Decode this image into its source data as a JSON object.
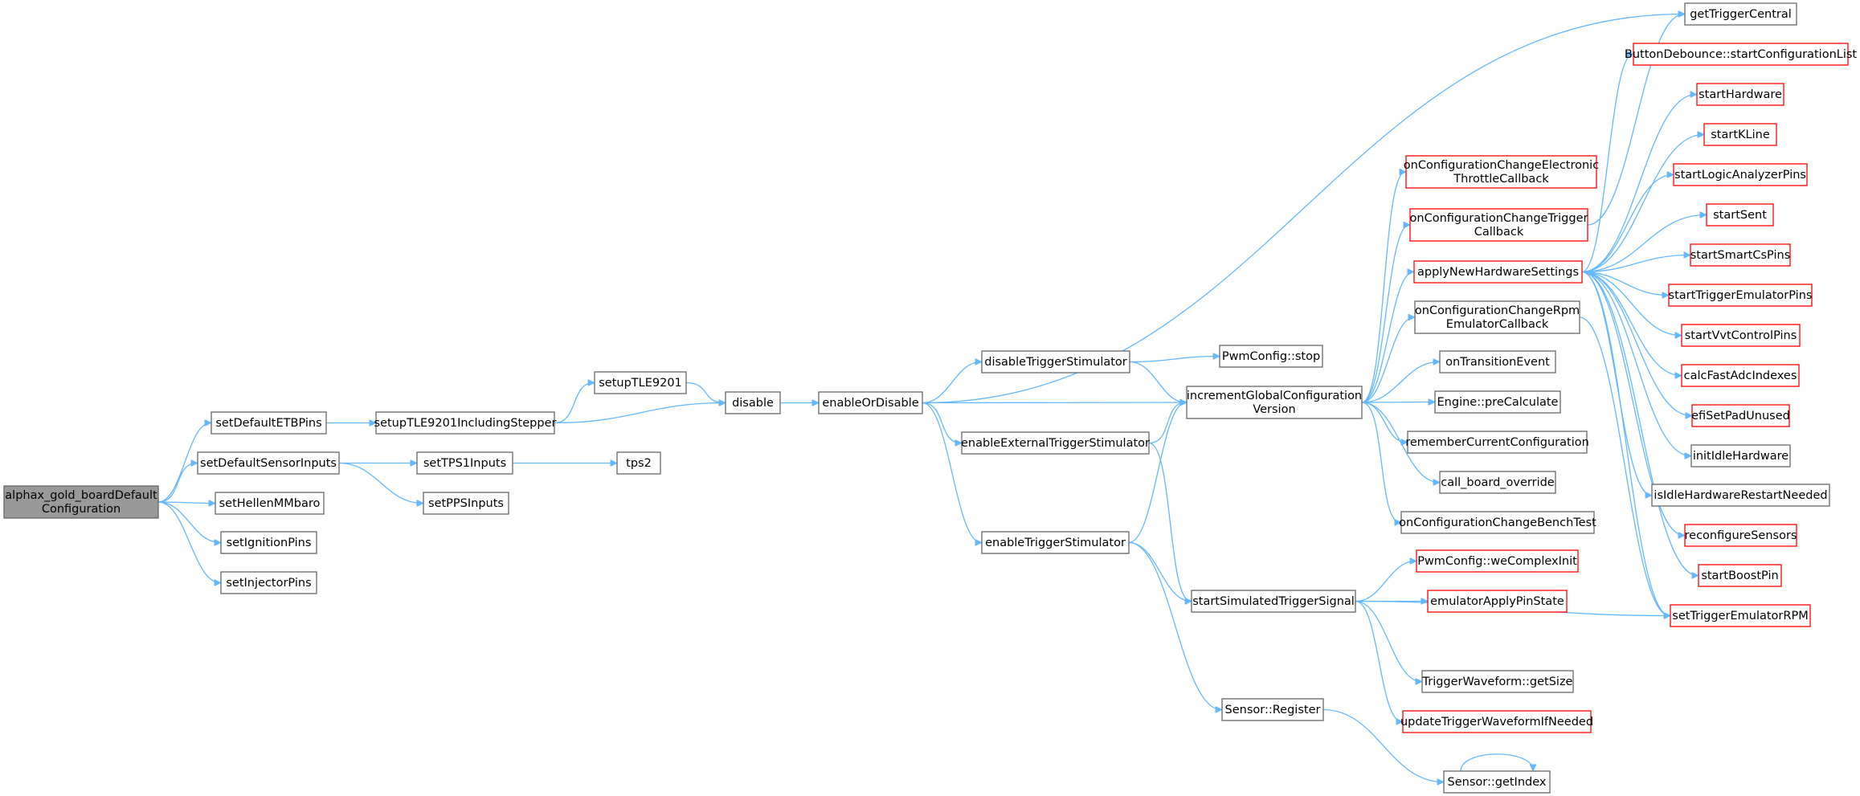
{
  "nodes": [
    {
      "id": "root",
      "lines": [
        "alphax_gold_boardDefault",
        "Configuration"
      ],
      "style": "root"
    },
    {
      "id": "setDefaultETBPins",
      "lines": [
        "setDefaultETBPins"
      ]
    },
    {
      "id": "setDefaultSensorInputs",
      "lines": [
        "setDefaultSensorInputs"
      ]
    },
    {
      "id": "setHellenMMbaro",
      "lines": [
        "setHellenMMbaro"
      ]
    },
    {
      "id": "setIgnitionPins",
      "lines": [
        "setIgnitionPins"
      ]
    },
    {
      "id": "setInjectorPins",
      "lines": [
        "setInjectorPins"
      ]
    },
    {
      "id": "setupTLE9201IncludingStepper",
      "lines": [
        "setupTLE9201IncludingStepper"
      ]
    },
    {
      "id": "setTPS1Inputs",
      "lines": [
        "setTPS1Inputs"
      ]
    },
    {
      "id": "setPPSInputs",
      "lines": [
        "setPPSInputs"
      ]
    },
    {
      "id": "setupTLE9201",
      "lines": [
        "setupTLE9201"
      ]
    },
    {
      "id": "tps2",
      "lines": [
        "tps2"
      ]
    },
    {
      "id": "disable",
      "lines": [
        "disable"
      ]
    },
    {
      "id": "enableOrDisable",
      "lines": [
        "enableOrDisable"
      ]
    },
    {
      "id": "disableTriggerStimulator",
      "lines": [
        "disableTriggerStimulator"
      ]
    },
    {
      "id": "enableExternalTriggerStimulator",
      "lines": [
        "enableExternalTriggerStimulator"
      ]
    },
    {
      "id": "enableTriggerStimulator",
      "lines": [
        "enableTriggerStimulator"
      ]
    },
    {
      "id": "pwmStop",
      "lines": [
        "PwmConfig::stop"
      ]
    },
    {
      "id": "incrementGlobalConfigurationVersion",
      "lines": [
        "incrementGlobalConfiguration",
        "Version"
      ]
    },
    {
      "id": "startSimulatedTriggerSignal",
      "lines": [
        "startSimulatedTriggerSignal"
      ]
    },
    {
      "id": "sensorRegister",
      "lines": [
        "Sensor::Register"
      ]
    },
    {
      "id": "sensorGetIndex",
      "lines": [
        "Sensor::getIndex"
      ]
    },
    {
      "id": "onCfgETC",
      "lines": [
        "onConfigurationChangeElectronic",
        "ThrottleCallback"
      ],
      "style": "red"
    },
    {
      "id": "onCfgTrigger",
      "lines": [
        "onConfigurationChangeTrigger",
        "Callback"
      ],
      "style": "red"
    },
    {
      "id": "applyNewHardwareSettings",
      "lines": [
        "applyNewHardwareSettings"
      ],
      "style": "red"
    },
    {
      "id": "onCfgRpmEmu",
      "lines": [
        "onConfigurationChangeRpm",
        "EmulatorCallback"
      ]
    },
    {
      "id": "onTransitionEvent",
      "lines": [
        "onTransitionEvent"
      ]
    },
    {
      "id": "enginePreCalculate",
      "lines": [
        "Engine::preCalculate"
      ]
    },
    {
      "id": "rememberCurrentConfiguration",
      "lines": [
        "rememberCurrentConfiguration"
      ]
    },
    {
      "id": "callBoardOverride",
      "lines": [
        "call_board_override"
      ]
    },
    {
      "id": "onCfgBenchTest",
      "lines": [
        "onConfigurationChangeBenchTest"
      ]
    },
    {
      "id": "pwmWeComplexInit",
      "lines": [
        "PwmConfig::weComplexInit"
      ],
      "style": "red"
    },
    {
      "id": "emulatorApplyPinState",
      "lines": [
        "emulatorApplyPinState"
      ],
      "style": "red"
    },
    {
      "id": "triggerWaveformGetSize",
      "lines": [
        "TriggerWaveform::getSize"
      ]
    },
    {
      "id": "updateTriggerWaveformIfNeeded",
      "lines": [
        "updateTriggerWaveformIfNeeded"
      ],
      "style": "red"
    },
    {
      "id": "getTriggerCentral",
      "lines": [
        "getTriggerCentral"
      ]
    },
    {
      "id": "buttonDebounce",
      "lines": [
        "ButtonDebounce::startConfigurationList"
      ],
      "style": "red"
    },
    {
      "id": "startHardware",
      "lines": [
        "startHardware"
      ],
      "style": "red"
    },
    {
      "id": "startKLine",
      "lines": [
        "startKLine"
      ],
      "style": "red"
    },
    {
      "id": "startLogicAnalyzerPins",
      "lines": [
        "startLogicAnalyzerPins"
      ],
      "style": "red"
    },
    {
      "id": "startSent",
      "lines": [
        "startSent"
      ],
      "style": "red"
    },
    {
      "id": "startSmartCsPins",
      "lines": [
        "startSmartCsPins"
      ],
      "style": "red"
    },
    {
      "id": "startTriggerEmulatorPins",
      "lines": [
        "startTriggerEmulatorPins"
      ],
      "style": "red"
    },
    {
      "id": "startVvtControlPins",
      "lines": [
        "startVvtControlPins"
      ],
      "style": "red"
    },
    {
      "id": "calcFastAdcIndexes",
      "lines": [
        "calcFastAdcIndexes"
      ],
      "style": "red"
    },
    {
      "id": "efiSetPadUnused",
      "lines": [
        "efiSetPadUnused"
      ],
      "style": "red"
    },
    {
      "id": "initIdleHardware",
      "lines": [
        "initIdleHardware"
      ]
    },
    {
      "id": "isIdleHardwareRestartNeeded",
      "lines": [
        "isIdleHardwareRestartNeeded"
      ]
    },
    {
      "id": "reconfigureSensors",
      "lines": [
        "reconfigureSensors"
      ],
      "style": "red"
    },
    {
      "id": "startBoostPin",
      "lines": [
        "startBoostPin"
      ],
      "style": "red"
    },
    {
      "id": "setTriggerEmulatorRPM",
      "lines": [
        "setTriggerEmulatorRPM"
      ],
      "style": "red"
    }
  ],
  "edges": [
    [
      "root",
      "setDefaultETBPins"
    ],
    [
      "root",
      "setDefaultSensorInputs"
    ],
    [
      "root",
      "setHellenMMbaro"
    ],
    [
      "root",
      "setIgnitionPins"
    ],
    [
      "root",
      "setInjectorPins"
    ],
    [
      "setDefaultETBPins",
      "setupTLE9201IncludingStepper"
    ],
    [
      "setupTLE9201IncludingStepper",
      "setupTLE9201"
    ],
    [
      "setupTLE9201IncludingStepper",
      "disable"
    ],
    [
      "setupTLE9201",
      "disable"
    ],
    [
      "setDefaultSensorInputs",
      "setTPS1Inputs"
    ],
    [
      "setDefaultSensorInputs",
      "setPPSInputs"
    ],
    [
      "setTPS1Inputs",
      "tps2"
    ],
    [
      "disable",
      "enableOrDisable"
    ],
    [
      "enableOrDisable",
      "getTriggerCentral"
    ],
    [
      "enableOrDisable",
      "disableTriggerStimulator"
    ],
    [
      "enableOrDisable",
      "incrementGlobalConfigurationVersion"
    ],
    [
      "enableOrDisable",
      "enableExternalTriggerStimulator"
    ],
    [
      "enableOrDisable",
      "enableTriggerStimulator"
    ],
    [
      "disableTriggerStimulator",
      "pwmStop"
    ],
    [
      "disableTriggerStimulator",
      "incrementGlobalConfigurationVersion"
    ],
    [
      "enableExternalTriggerStimulator",
      "incrementGlobalConfigurationVersion"
    ],
    [
      "enableExternalTriggerStimulator",
      "startSimulatedTriggerSignal"
    ],
    [
      "enableTriggerStimulator",
      "incrementGlobalConfigurationVersion"
    ],
    [
      "enableTriggerStimulator",
      "startSimulatedTriggerSignal"
    ],
    [
      "enableTriggerStimulator",
      "sensorRegister"
    ],
    [
      "incrementGlobalConfigurationVersion",
      "onCfgETC"
    ],
    [
      "incrementGlobalConfigurationVersion",
      "onCfgTrigger"
    ],
    [
      "incrementGlobalConfigurationVersion",
      "applyNewHardwareSettings"
    ],
    [
      "incrementGlobalConfigurationVersion",
      "onCfgRpmEmu"
    ],
    [
      "incrementGlobalConfigurationVersion",
      "onTransitionEvent"
    ],
    [
      "incrementGlobalConfigurationVersion",
      "enginePreCalculate"
    ],
    [
      "incrementGlobalConfigurationVersion",
      "rememberCurrentConfiguration"
    ],
    [
      "incrementGlobalConfigurationVersion",
      "callBoardOverride"
    ],
    [
      "incrementGlobalConfigurationVersion",
      "onCfgBenchTest"
    ],
    [
      "onCfgTrigger",
      "getTriggerCentral"
    ],
    [
      "applyNewHardwareSettings",
      "buttonDebounce"
    ],
    [
      "applyNewHardwareSettings",
      "startHardware"
    ],
    [
      "applyNewHardwareSettings",
      "startKLine"
    ],
    [
      "applyNewHardwareSettings",
      "startLogicAnalyzerPins"
    ],
    [
      "applyNewHardwareSettings",
      "startSent"
    ],
    [
      "applyNewHardwareSettings",
      "startSmartCsPins"
    ],
    [
      "applyNewHardwareSettings",
      "startTriggerEmulatorPins"
    ],
    [
      "applyNewHardwareSettings",
      "startVvtControlPins"
    ],
    [
      "applyNewHardwareSettings",
      "calcFastAdcIndexes"
    ],
    [
      "applyNewHardwareSettings",
      "efiSetPadUnused"
    ],
    [
      "applyNewHardwareSettings",
      "initIdleHardware"
    ],
    [
      "applyNewHardwareSettings",
      "isIdleHardwareRestartNeeded"
    ],
    [
      "applyNewHardwareSettings",
      "reconfigureSensors"
    ],
    [
      "applyNewHardwareSettings",
      "startBoostPin"
    ],
    [
      "applyNewHardwareSettings",
      "setTriggerEmulatorRPM"
    ],
    [
      "onCfgRpmEmu",
      "setTriggerEmulatorRPM"
    ],
    [
      "startSimulatedTriggerSignal",
      "pwmWeComplexInit"
    ],
    [
      "startSimulatedTriggerSignal",
      "emulatorApplyPinState"
    ],
    [
      "startSimulatedTriggerSignal",
      "setTriggerEmulatorRPM"
    ],
    [
      "startSimulatedTriggerSignal",
      "triggerWaveformGetSize"
    ],
    [
      "startSimulatedTriggerSignal",
      "updateTriggerWaveformIfNeeded"
    ],
    [
      "sensorRegister",
      "sensorGetIndex"
    ],
    [
      "sensorGetIndex",
      "sensorGetIndex"
    ]
  ]
}
